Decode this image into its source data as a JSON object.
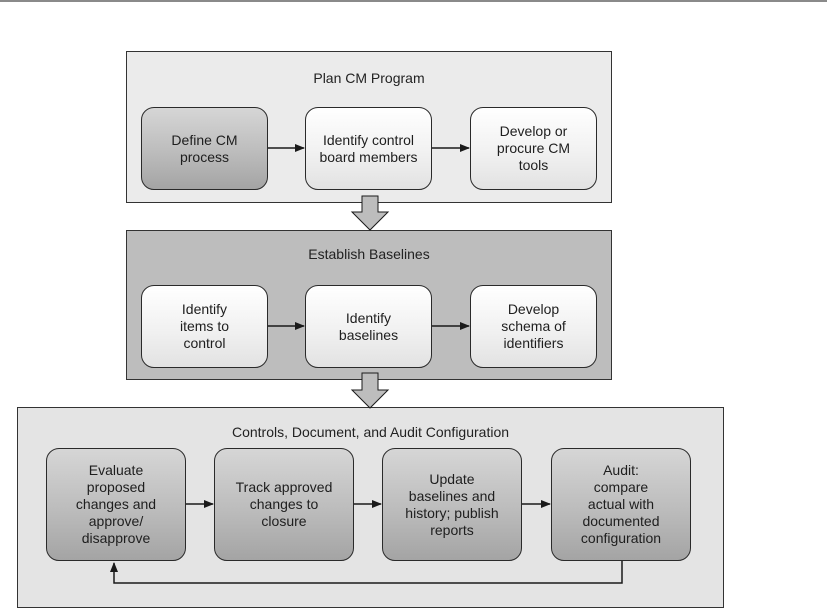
{
  "colors": {
    "stage1_fill": "#ebebeb",
    "stage2_fill": "#bdbdbd",
    "stage3_fill": "#e4e4e4",
    "arrow": "#1a1a1a",
    "block_arrow_fill": "#bdbdbd"
  },
  "stages": [
    {
      "title": "Plan CM Program",
      "steps": [
        {
          "lines": [
            "Define CM",
            "process"
          ]
        },
        {
          "lines": [
            "Identify control",
            "board members"
          ]
        },
        {
          "lines": [
            "Develop or",
            "procure CM",
            "tools"
          ]
        }
      ]
    },
    {
      "title": "Establish Baselines",
      "steps": [
        {
          "lines": [
            "Identify",
            "items to",
            "control"
          ]
        },
        {
          "lines": [
            "Identify",
            "baselines"
          ]
        },
        {
          "lines": [
            "Develop",
            "schema of",
            "identifiers"
          ]
        }
      ]
    },
    {
      "title": "Controls, Document, and Audit Configuration",
      "steps": [
        {
          "lines": [
            "Evaluate",
            "proposed",
            "changes and",
            "approve/",
            "disapprove"
          ]
        },
        {
          "lines": [
            "Track approved",
            "changes to",
            "closure"
          ]
        },
        {
          "lines": [
            "Update",
            "baselines and",
            "history; publish",
            "reports"
          ]
        },
        {
          "lines": [
            "Audit:",
            "compare",
            "actual with",
            "documented",
            "configuration"
          ]
        }
      ]
    }
  ]
}
